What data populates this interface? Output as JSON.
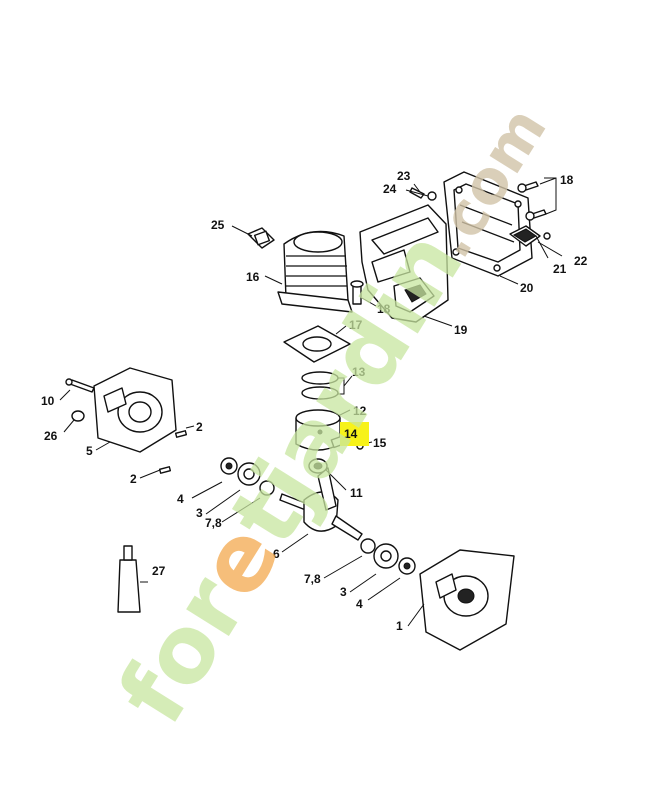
{
  "diagram": {
    "highlight_color": "#f7f21a",
    "callouts": [
      {
        "id": "c1",
        "label": "1"
      },
      {
        "id": "c2a",
        "label": "2"
      },
      {
        "id": "c2b",
        "label": "2"
      },
      {
        "id": "c3a",
        "label": "3"
      },
      {
        "id": "c3b",
        "label": "3"
      },
      {
        "id": "c4a",
        "label": "4"
      },
      {
        "id": "c4b",
        "label": "4"
      },
      {
        "id": "c5",
        "label": "5"
      },
      {
        "id": "c6",
        "label": "6"
      },
      {
        "id": "c78a",
        "label": "7,8"
      },
      {
        "id": "c78b",
        "label": "7,8"
      },
      {
        "id": "c10",
        "label": "10"
      },
      {
        "id": "c11",
        "label": "11"
      },
      {
        "id": "c12",
        "label": "12"
      },
      {
        "id": "c13",
        "label": "13"
      },
      {
        "id": "c14",
        "label": "14",
        "highlighted": true
      },
      {
        "id": "c15",
        "label": "15"
      },
      {
        "id": "c16",
        "label": "16"
      },
      {
        "id": "c17",
        "label": "17"
      },
      {
        "id": "c18a",
        "label": "18"
      },
      {
        "id": "c18b",
        "label": "18"
      },
      {
        "id": "c19",
        "label": "19"
      },
      {
        "id": "c20",
        "label": "20"
      },
      {
        "id": "c21",
        "label": "21"
      },
      {
        "id": "c22",
        "label": "22"
      },
      {
        "id": "c23",
        "label": "23"
      },
      {
        "id": "c24",
        "label": "24"
      },
      {
        "id": "c25",
        "label": "25"
      },
      {
        "id": "c26",
        "label": "26"
      },
      {
        "id": "c27",
        "label": "27"
      }
    ]
  },
  "watermark": {
    "main_pre": "for",
    "main_e": "e",
    "main_post": "tjardin",
    "suffix": ".com",
    "main_color": "#c8e6a0",
    "accent_color": "#f4a94e"
  }
}
